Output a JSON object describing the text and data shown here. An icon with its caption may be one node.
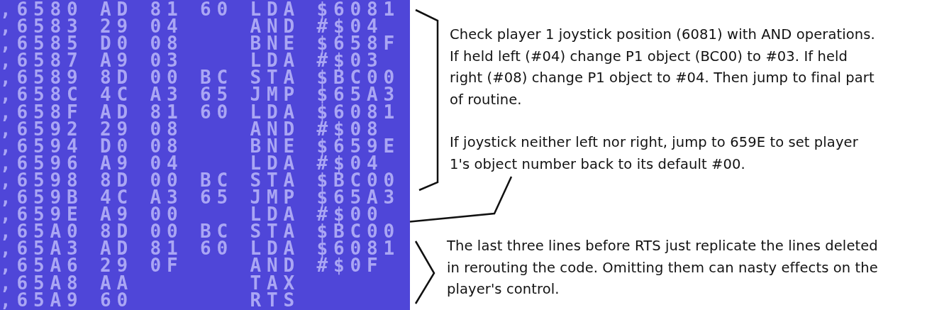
{
  "diagram": {
    "nodes": [
      {
        "text": [],
        "shape": "box"
      },
      {
        "text": [
          "Check player 1 joystick position (6081) with AND operations. If held left (#04) change P1 object (BC00) to #03. If held right (#08) change P1 object to #04. Then jump to final part of routine."
        ]
      },
      {
        "text": [
          "If joystick neither left nor right, jump to 659E to set player 1's object number back to its default #00."
        ]
      },
      {
        "text": [
          "The last three lines before RTS just replicate the lines deleted in rerouting the code. Omitting them can nasty effects on the player's control."
        ]
      }
    ],
    "edges": [
      {
        "from": 2,
        "to": 0,
        "arrow": "none"
      }
    ],
    "labels": [
      ",6580 AD 81 60 LDA $6081",
      ",6583 29 04    AND #$04",
      ",6585 D0 08    BNE $658F",
      ",6587 A9 03    LDA #$03",
      ",6589 8D 00 BC STA $BC00",
      ",658C 4C A3 65 JMP $65A3",
      ",658F AD 81 60 LDA $6081",
      ",6592 29 08    AND #$08",
      ",6594 D0 08    BNE $659E",
      ",6596 A9 04    LDA #$04",
      ",6598 8D 00 BC STA $BC00",
      ",659B 4C A3 65 JMP $65A3",
      ",659E A9 00    LDA #$00",
      ",65A0 8D 00 BC STA $BC00",
      ",65A3 AD 81 60 LDA $6081",
      ",65A6 29 0F    AND #$0F",
      ",65A8 AA       TAX",
      ",65A9 60       RTS"
    ]
  }
}
